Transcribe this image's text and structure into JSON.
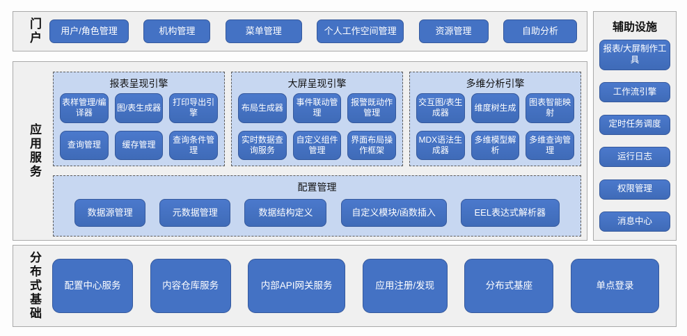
{
  "colors": {
    "button_blue": "#4472C4",
    "button_border": "#34589C",
    "group_background": "#C7D7F1",
    "group_dashed_border": "#5A5A5A",
    "section_background": "#F0F0F0",
    "section_border": "#A9A9A9",
    "button_text": "#FFFFFF",
    "label_text": "#111111"
  },
  "portal": {
    "label": "门户",
    "items": [
      "用户/角色管理",
      "机构管理",
      "菜单管理",
      "个人工作空间管理",
      "资源管理",
      "自助分析"
    ]
  },
  "app_services": {
    "label": "应用服务",
    "engines": [
      {
        "title": "报表呈现引擎",
        "items": [
          "表样管理/编译器",
          "图/表生成器",
          "打印导出引擎",
          "查询管理",
          "缓存管理",
          "查询条件管理"
        ]
      },
      {
        "title": "大屏呈现引擎",
        "items": [
          "布局生成器",
          "事件联动管理",
          "报警既动作管理",
          "实时数据查询服务",
          "自定义组件管理",
          "界面布局操作框架"
        ]
      },
      {
        "title": "多维分析引擎",
        "items": [
          "交互图/表生成器",
          "维度树生成",
          "图表智能映射",
          "MDX语法生成器",
          "多维模型解析",
          "多维查询管理"
        ]
      }
    ],
    "config": {
      "title": "配置管理",
      "items": [
        "数据源管理",
        "元数据管理",
        "数据结构定义",
        "自定义模块/函数插入",
        "EEL表达式解析器"
      ]
    }
  },
  "auxiliary": {
    "label": "辅助设施",
    "items": [
      "报表/大屏制作工具",
      "工作流引擎",
      "定时任务调度",
      "运行日志",
      "权限管理",
      "消息中心"
    ]
  },
  "distributed": {
    "label": "分布式基础",
    "items": [
      "配置中心服务",
      "内容仓库服务",
      "内部API网关服务",
      "应用注册/发现",
      "分布式基座",
      "单点登录"
    ]
  }
}
